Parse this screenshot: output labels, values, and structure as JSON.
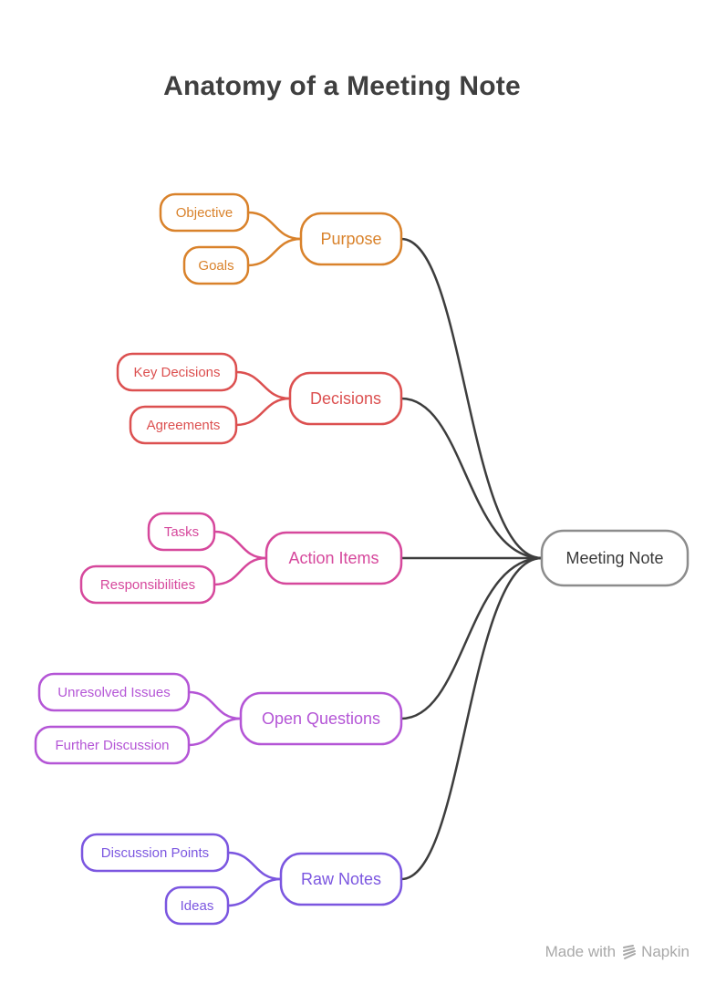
{
  "title": "Anatomy of a Meeting Note",
  "root": {
    "label": "Meeting Note",
    "color": "#8c8c8c"
  },
  "branches": [
    {
      "label": "Purpose",
      "color": "#d9822b",
      "children": [
        "Objective",
        "Goals"
      ]
    },
    {
      "label": "Decisions",
      "color": "#dc5050",
      "children": [
        "Key Decisions",
        "Agreements"
      ]
    },
    {
      "label": "Action Items",
      "color": "#d6489c",
      "children": [
        "Tasks",
        "Responsibilities"
      ]
    },
    {
      "label": "Open Questions",
      "color": "#b455d6",
      "children": [
        "Unresolved Issues",
        "Further Discussion"
      ]
    },
    {
      "label": "Raw Notes",
      "color": "#7b56e0",
      "children": [
        "Discussion Points",
        "Ideas"
      ]
    }
  ],
  "connector_color": "#3d3d3d",
  "footer": {
    "made_with": "Made with",
    "brand": "Napkin",
    "icon": "napkin-logo-icon"
  }
}
